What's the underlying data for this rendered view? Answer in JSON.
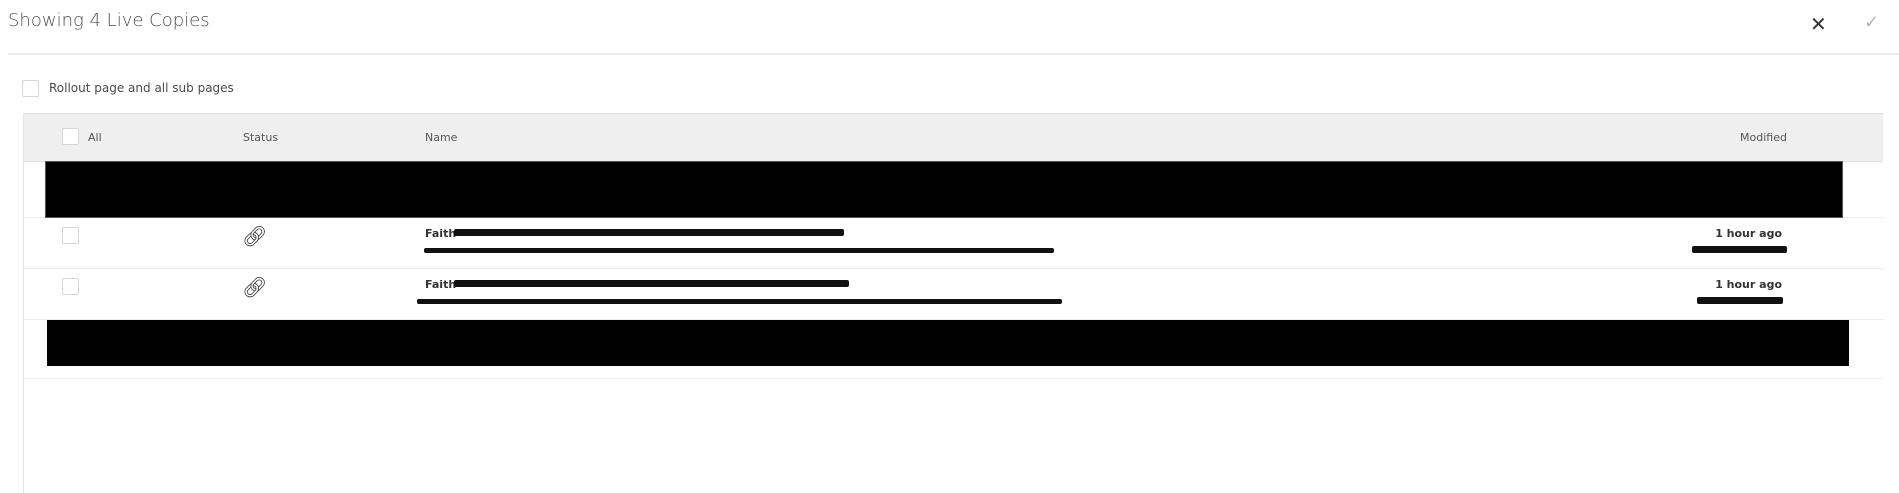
{
  "dialog": {
    "title": "Showing 4 Live Copies",
    "close_icon": "close-icon",
    "confirm_icon": "checkmark-icon"
  },
  "rollout": {
    "label": "Rollout page and all sub pages",
    "checked": false
  },
  "table": {
    "headers": {
      "all": "All",
      "status": "Status",
      "name": "Name",
      "modified": "Modified"
    },
    "rows": [
      {
        "redacted": true
      },
      {
        "status_icon": "link-icon",
        "name": "Faith",
        "modified": "1 hour ago"
      },
      {
        "status_icon": "link-icon",
        "name": "Faith",
        "modified": "1 hour ago"
      },
      {
        "redacted": true
      }
    ]
  }
}
